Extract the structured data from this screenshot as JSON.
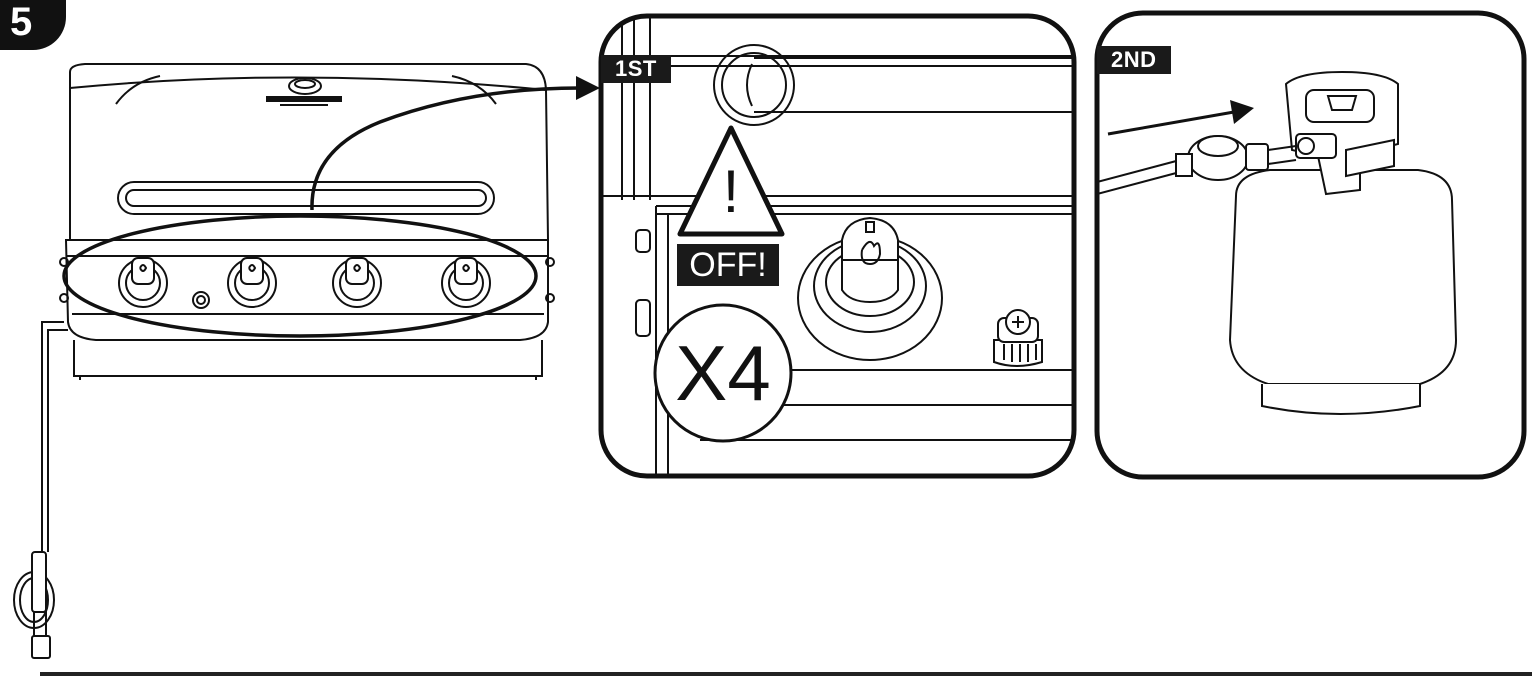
{
  "step_number": "5",
  "panels": {
    "first": {
      "tag": "1ST",
      "warning_text": "OFF!",
      "warning_mark": "!",
      "count": "X4"
    },
    "second": {
      "tag": "2ND"
    }
  },
  "colors": {
    "ink": "#111111",
    "tag_fill": "#1a1a1a",
    "paper": "#ffffff"
  },
  "icons": [
    "warning-triangle-icon",
    "flame-icon",
    "arrow-icon"
  ]
}
